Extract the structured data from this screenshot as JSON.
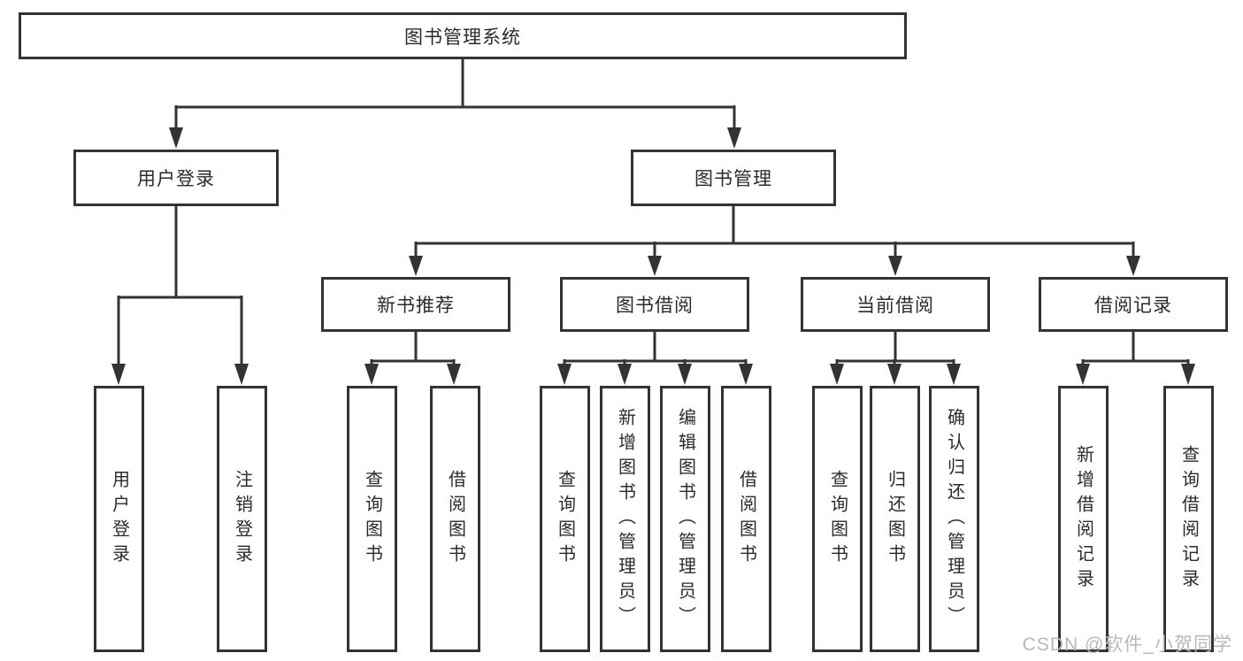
{
  "tree": {
    "label": "图书管理系统",
    "children": [
      {
        "label": "用户登录",
        "children": [
          {
            "label": "用户登录"
          },
          {
            "label": "注销登录"
          }
        ]
      },
      {
        "label": "图书管理",
        "children": [
          {
            "label": "新书推荐",
            "children": [
              {
                "label": "查询图书"
              },
              {
                "label": "借阅图书"
              }
            ]
          },
          {
            "label": "图书借阅",
            "children": [
              {
                "label": "查询图书"
              },
              {
                "label": "新增图书（管理员）"
              },
              {
                "label": "编辑图书（管理员）"
              },
              {
                "label": "借阅图书"
              }
            ]
          },
          {
            "label": "当前借阅",
            "children": [
              {
                "label": "查询图书"
              },
              {
                "label": "归还图书"
              },
              {
                "label": "确认归还（管理员）"
              }
            ]
          },
          {
            "label": "借阅记录",
            "children": [
              {
                "label": "新增借阅记录"
              },
              {
                "label": "查询借阅记录"
              }
            ]
          }
        ]
      }
    ]
  },
  "watermark": {
    "text": "CSDN @软件_小贺同学"
  },
  "colors": {
    "line": "#333333",
    "text": "#2b2b2b",
    "background": "#ffffff",
    "watermark": "#b8b8b8"
  }
}
